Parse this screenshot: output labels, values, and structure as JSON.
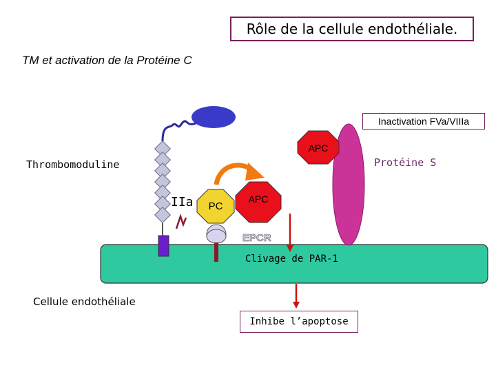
{
  "title": "Rôle de la cellule endothéliale.",
  "subtitle": "TM et activation de la Protéine C",
  "labels": {
    "inactivation": "Inactivation FVa/VIIIa",
    "apc_top": "APC",
    "thrombomoduline": "Thrombomoduline",
    "proteine_s": "Protéine S",
    "iia": "IIa",
    "pc": "PC",
    "apc_bottom": "APC",
    "epcr": "EPCR",
    "clivage": "Clivage de PAR-1",
    "cellule": "Cellule endothéliale",
    "inhibe": "Inhibe l’apoptose"
  },
  "colors": {
    "cell": "#2fc9a0",
    "apc": "#e8101a",
    "pc": "#f2d430",
    "thrombin": "#3a3ac8",
    "tm_diamond": "#c4c4dc",
    "tm_anchor": "#6a1ecc",
    "proteine_s": "#cc3399",
    "epcr": "#d9d4ee",
    "arrow_orange": "#f07b10",
    "arrow_red": "#cc1111",
    "border": "#7a1f5c"
  }
}
